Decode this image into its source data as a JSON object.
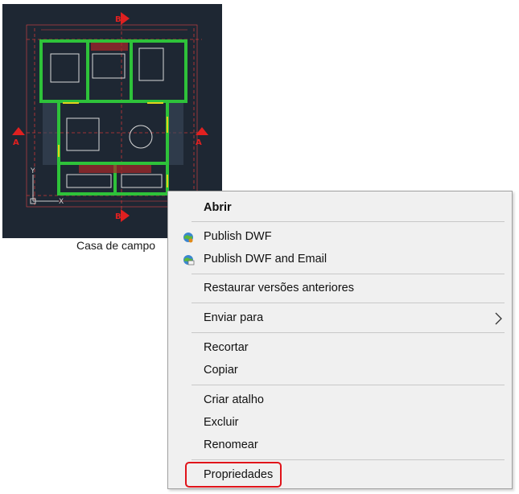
{
  "file": {
    "name": "Casa de campo",
    "thumbnail_icon": "cad-floor-plan-icon"
  },
  "context_menu": {
    "open": "Abrir",
    "publish_dwf": "Publish DWF",
    "publish_dwf_email": "Publish DWF and Email",
    "restore_versions": "Restaurar versões anteriores",
    "send_to": "Enviar para",
    "cut": "Recortar",
    "copy": "Copiar",
    "create_shortcut": "Criar atalho",
    "delete": "Excluir",
    "rename": "Renomear",
    "properties": "Propriedades"
  },
  "colors": {
    "highlight_border": "#e0131a",
    "thumbnail_bg": "#1e2733"
  }
}
